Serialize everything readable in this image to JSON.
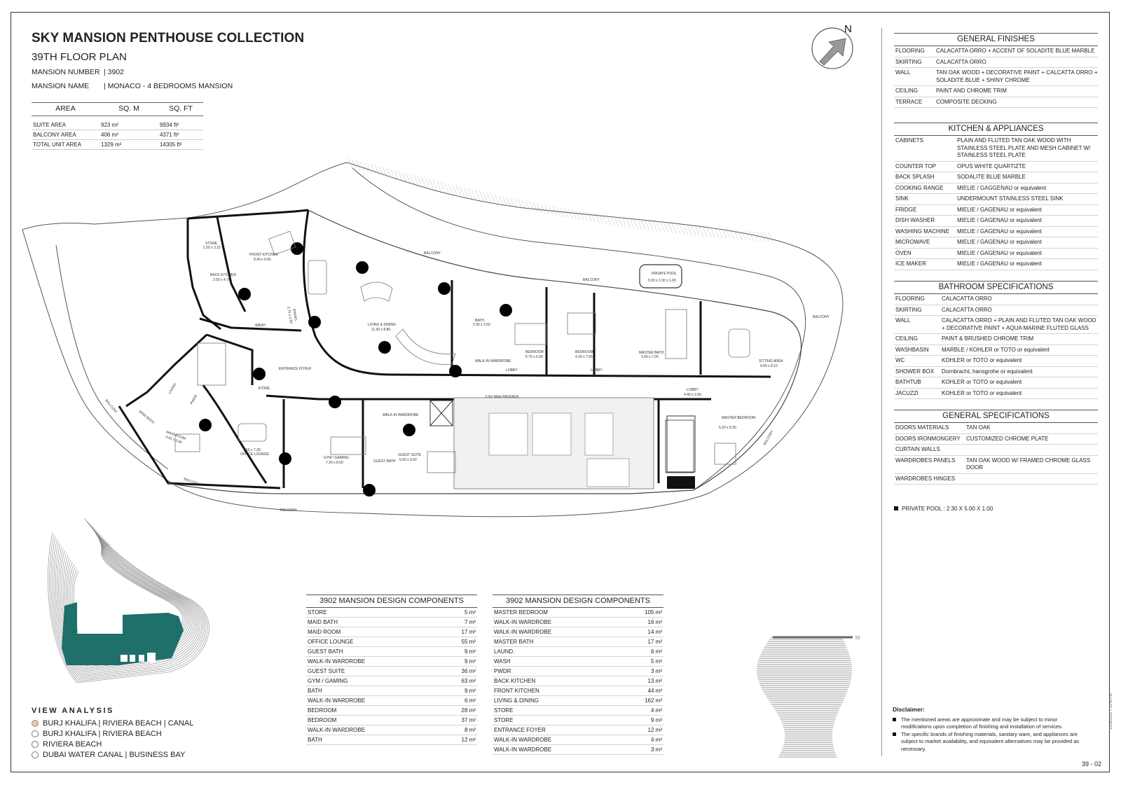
{
  "header": {
    "title": "SKY MANSION PENTHOUSE COLLECTION",
    "subtitle": "39TH FLOOR PLAN",
    "mansion_number_label": "MANSION NUMBER",
    "mansion_number": "| 3902",
    "mansion_name_label": "MANSION NAME",
    "mansion_name": "| MONACO - 4 BEDROOMS MANSION"
  },
  "area_table": {
    "headers": [
      "AREA",
      "SQ. M",
      "SQ. FT"
    ],
    "rows": [
      [
        "SUITE AREA",
        "923 m²",
        "9934 ft²"
      ],
      [
        "BALCONY AREA",
        "406 m²",
        "4371 ft²"
      ],
      [
        "TOTAL UNIT AREA",
        "1329 m²",
        "14305 ft²"
      ]
    ]
  },
  "compass": {
    "label": "N"
  },
  "floor_plan": {
    "labels": {
      "balcony": "BALCONY",
      "private_pool": "PRIVATE POOL",
      "private_pool_dims": "5.00 x 2.30 x 1.00",
      "store": "STORE",
      "store_dims": "1.50 x 3.15",
      "front_kitchen": "FRONT KITCHEN",
      "front_kitchen_dims": "8.40 x 5.65",
      "back_kitchen": "BACK KITCHEN",
      "back_kitchen_dims": "2.60 x 4.70",
      "dining": "DINING",
      "dining_dims": "3.75 x 4.50",
      "wash": "WASH",
      "living_dining": "LIVING & DINING",
      "living_dining_dims": "11.00 x 8.80",
      "bath": "BATH",
      "bath_dims": "2.35 x 3.50",
      "walk_in_wardrobe": "WALK-IN WARDROBE",
      "bedroom": "BEDROOM",
      "bedroom1_dims": "5.75 x 6.00",
      "bedroom2_dims": "4.30 x 7.65",
      "lobby": "LOBBY",
      "master_bath": "MASTER BATH",
      "master_bath_dims": "3.40 x 7.00",
      "sitting_area": "SITTING AREA",
      "sitting_area_dims": "4.90 x 8.10",
      "entrance_foyer": "ENTRANCE FOYER",
      "passage": "2.0m Wide PASSAGE",
      "maid_room": "MAID ROOM",
      "maid_room_dims": "4.65 x 3.60",
      "maid_bath": "MAID BATH",
      "laund": "LAUND.",
      "pwdr": "PWDR",
      "office_lounge": "OFFICE LOUNGE",
      "office_lounge_dims": "7.55 x 7.30",
      "gym_gaming": "GYM / GAMING",
      "gym_gaming_dims": "7.20 x 8.50",
      "guest_suite": "GUEST SUITE",
      "guest_suite_dims": "6.00 x 5.60",
      "guest_bath": "GUEST BATH",
      "master_bedroom": "MASTER BEDROOM",
      "master_bedroom_dims": "5.20 x 8.30",
      "lobby_dims": "4.40 x 2.00"
    }
  },
  "specs": {
    "general_finishes": {
      "title": "GENERAL FINISHES",
      "rows": [
        [
          "FLOORING",
          "CALACATTA ORRO + ACCENT OF SOLADITE BLUE MARBLE"
        ],
        [
          "SKIRTING",
          "CALACATTA ORRO"
        ],
        [
          "WALL",
          "TAN OAK WOOD + DECORATIVE PAINT + CALCATTA ORRO + SOLADITE BLUE + SHINY CHROME"
        ],
        [
          "CEILING",
          "PAINT AND CHROME TRIM"
        ],
        [
          "TERRACE",
          "COMPOSITE DECKING"
        ]
      ]
    },
    "kitchen": {
      "title": "KITCHEN & APPLIANCES",
      "rows": [
        [
          "CABINETS",
          "PLAIN AND FLUTED TAN OAK WOOD WITH STAINLESS STEEL PLATE AND MESH CABINET W/ STAINLESS STEEL PLATE"
        ],
        [
          "COUNTER TOP",
          "OPUS WHITE QUARTIZTE"
        ],
        [
          "BACK SPLASH",
          "SODALITE BLUE MARBLE"
        ],
        [
          "COOKING RANGE",
          "MIELIE / GAGGENAU or equivalent"
        ],
        [
          "SINK",
          "UNDERMOUNT STAINLESS STEEL SINK"
        ],
        [
          "FRIDGE",
          "MIELIE / GAGENAU or equivalent"
        ],
        [
          "DISH WASHER",
          "MIELIE / GAGENAU or equivalent"
        ],
        [
          "WASHING MACHINE",
          "MIELIE / GAGENAU or equivalent"
        ],
        [
          "MICROWAVE",
          "MIELIE / GAGENAU or equivalent"
        ],
        [
          "OVEN",
          "MIELIE / GAGENAU or equivalent"
        ],
        [
          "ICE MAKER",
          "MIELIE / GAGENAU or equivalent"
        ]
      ]
    },
    "bathroom": {
      "title": "BATHROOM SPECIFICATIONS",
      "rows": [
        [
          "FLOORING",
          "CALACATTA ORRO"
        ],
        [
          "SKIRTING",
          "CALACATTA ORRO"
        ],
        [
          "WALL",
          "CALACATTA ORRO + PLAIN AND FLUTED TAN OAK WOOD + DECORATIVE PAINT + AQUA MARINE FLUTED GLASS"
        ],
        [
          "CEILING",
          "PAINT & BRUSHED CHROME TRIM"
        ],
        [
          "WASHBASIN",
          "MARBLE / KOHLER or TOTO or equivalent"
        ],
        [
          "WC",
          "KOHLER or TOTO or equivalent"
        ],
        [
          "SHOWER BOX",
          "Dornbracht, hansgrohe or equivalent"
        ],
        [
          "BATHTUB",
          "KOHLER or TOTO or equivalent"
        ],
        [
          "JACUZZI",
          "KOHLER or TOTO or equivalent"
        ]
      ]
    },
    "general_specs": {
      "title": "GENERAL SPECIFICATIONS",
      "rows": [
        [
          "DOORS MATERIALS",
          "TAN OAK"
        ],
        [
          "DOORS IRONMONGERY",
          "CUSTOMIZED CHROME PLATE"
        ],
        [
          "CURTAIN WALLS",
          ""
        ],
        [
          "WARDROBES PANELS",
          "TAN OAK WOOD W/ FRAMED CHROME GLASS DOOR"
        ],
        [
          "WARDROBES HINGES",
          ""
        ]
      ]
    },
    "private_pool_note": "PRIVATE POOL :  2.30 X 5.00 X 1.00"
  },
  "components_left": {
    "title": "3902 MANSION DESIGN COMPONENTS",
    "rows": [
      [
        "STORE",
        "5 m²"
      ],
      [
        "MAID BATH",
        "7 m²"
      ],
      [
        "MAID ROOM",
        "17 m²"
      ],
      [
        "OFFICE LOUNGE",
        "55 m²"
      ],
      [
        "GUEST BATH",
        "9 m²"
      ],
      [
        "WALK-IN WARDROBE",
        "9 m²"
      ],
      [
        "GUEST SUITE",
        "36 m²"
      ],
      [
        "GYM / GAMING",
        "63 m²"
      ],
      [
        "BATH",
        "9 m²"
      ],
      [
        "WALK-IN WARDROBE",
        "6 m²"
      ],
      [
        "BEDROOM",
        "28 m²"
      ],
      [
        "BEDROOM",
        "37 m²"
      ],
      [
        "WALK-IN WARDROBE",
        "8 m²"
      ],
      [
        "BATH",
        "12 m²"
      ]
    ]
  },
  "components_right": {
    "title": "3902 MANSION DESIGN COMPONENTS",
    "rows": [
      [
        "MASTER BEDROOM",
        "105 m²"
      ],
      [
        "WALK-IN WARDROBE",
        "16 m²"
      ],
      [
        "WALK-IN WARDROBE",
        "14 m²"
      ],
      [
        "MASTER BATH",
        "17 m²"
      ],
      [
        "LAUND.",
        "6 m²"
      ],
      [
        "WASH",
        "5 m²"
      ],
      [
        "PWDR",
        "3 m²"
      ],
      [
        "BACK KITCHEN",
        "13 m²"
      ],
      [
        "FRONT KITCHEN",
        "44 m²"
      ],
      [
        "LIVING & DINING",
        "162 m²"
      ],
      [
        "STORE",
        "4 m²"
      ],
      [
        "STORE",
        "9 m²"
      ],
      [
        "ENTRANCE FOYER",
        "12 m²"
      ],
      [
        "WALK-IN WARDROBE",
        "4 m²"
      ],
      [
        "WALK-IN WARDROBE",
        "3 m²"
      ]
    ]
  },
  "view_analysis": {
    "title": "VIEW ANALYSIS",
    "items": [
      {
        "label": "BURJ KHALIFA | RIVIERA BEACH | CANAL",
        "active": true
      },
      {
        "label": "BURJ KHALIFA | RIVIERA BEACH",
        "active": false
      },
      {
        "label": "RIVIERA BEACH",
        "active": false
      },
      {
        "label": "DUBAI WATER CANAL | BUSINESS BAY",
        "active": false
      }
    ]
  },
  "tower_section": {
    "floor_marker": "39"
  },
  "disclaimer": {
    "title": "Disclaimer:",
    "items": [
      "The mentioned areas are approximate and may be subject to minor modifications  upon completion of finishing and installation of services.",
      "The specific brands of finishing materials, sanitary ware, and appliances are subject to market availability, and equivalent alternatives may be provided as necessary."
    ]
  },
  "page_number": "39 - 02",
  "plot_stamp": "13/08/2023 7:15:48 PM",
  "colors": {
    "accent_teal": "#1f6f6b",
    "active_view": "#e9c6b4",
    "wall": "#111111"
  }
}
